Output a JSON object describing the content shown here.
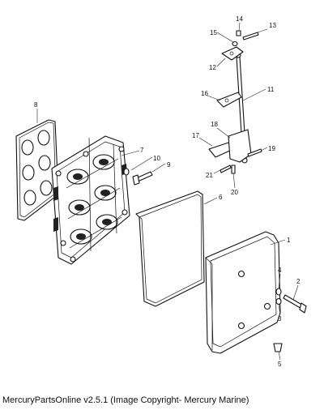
{
  "callouts": {
    "c1": "1",
    "c2": "2",
    "c3": "3",
    "c4": "4",
    "c5": "5",
    "c6": "6",
    "c7": "7",
    "c8": "8",
    "c9": "9",
    "c10": "10",
    "c11": "11",
    "c12": "12",
    "c13": "13",
    "c14": "14",
    "c15": "15",
    "c16": "16",
    "c17": "17",
    "c18": "18",
    "c19": "19",
    "c20": "20",
    "c21": "21"
  },
  "caption": "MercuryPartsOnline v2.5.1 (Image Copyright- Mercury Marine)"
}
